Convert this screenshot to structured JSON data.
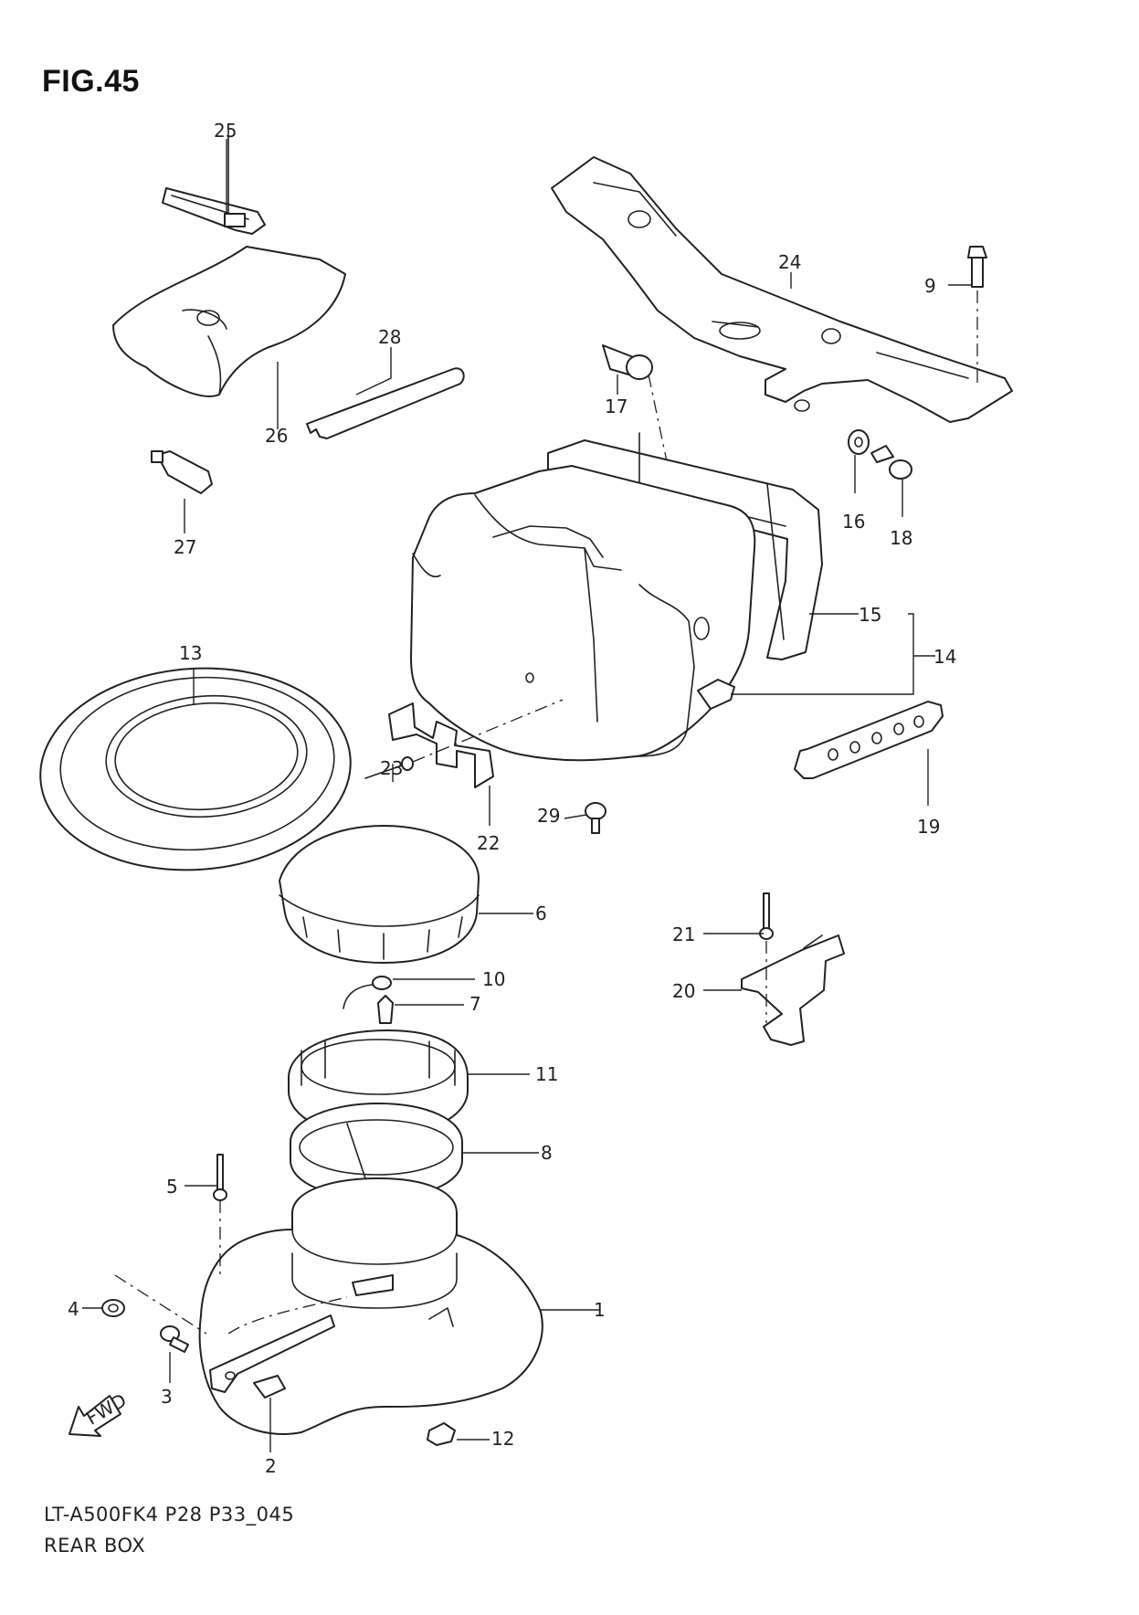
{
  "figure": {
    "title": "FIG.45",
    "code": "LT-A500FK4 P28 P33_045",
    "name": "REAR BOX",
    "fwd_label": "FWD"
  },
  "callouts": [
    "1",
    "2",
    "3",
    "4",
    "5",
    "6",
    "7",
    "8",
    "9",
    "10",
    "11",
    "12",
    "13",
    "14",
    "15",
    "16",
    "17",
    "18",
    "19",
    "20",
    "21",
    "22",
    "23",
    "24",
    "25",
    "26",
    "27",
    "28",
    "29"
  ],
  "icons": [
    "fwd-arrow-icon"
  ],
  "colors": {
    "ink": "#222222",
    "paper": "#ffffff"
  }
}
